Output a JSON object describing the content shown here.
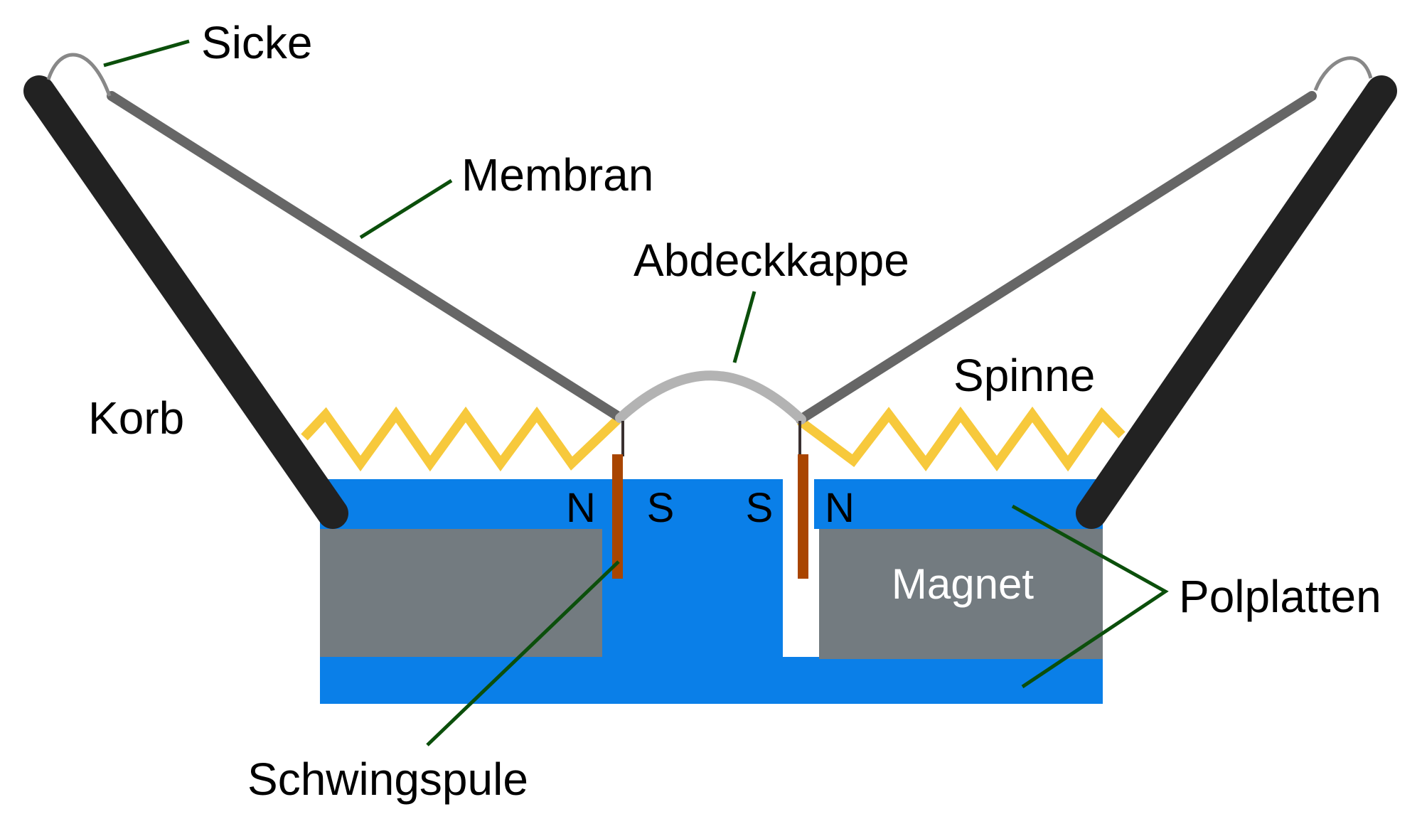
{
  "labels": {
    "sicke": "Sicke",
    "membran": "Membran",
    "abdeckkappe": "Abdeckkappe",
    "spinne": "Spinne",
    "korb": "Korb",
    "magnet": "Magnet",
    "polplatten": "Polplatten",
    "schwingspule": "Schwingspule"
  },
  "poles": {
    "left_outer": "N",
    "left_inner": "S",
    "right_inner": "S",
    "right_outer": "N"
  },
  "colors": {
    "basket": "#222222",
    "membrane": "#666666",
    "surround": "#888888",
    "dust_cap": "#b3b3b3",
    "spider": "#f7c93c",
    "pole_plate": "#0a7fe8",
    "magnet": "#737b80",
    "voice_coil": "#a94500",
    "leader_line": "#0b4f0b"
  }
}
